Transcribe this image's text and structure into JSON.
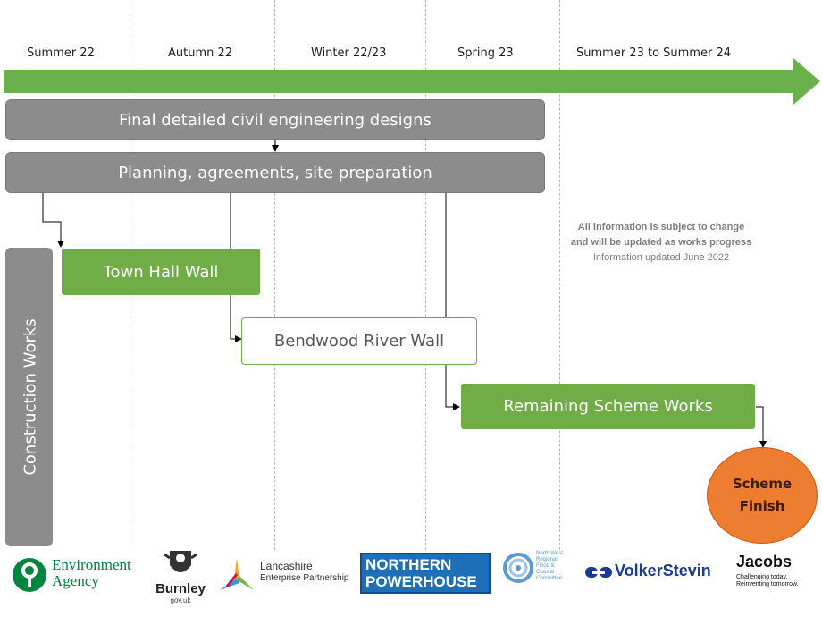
{
  "timeline": {
    "periods": [
      "Summer 22",
      "Autumn 22",
      "Winter 22/23",
      "Spring 23",
      "Summer 23 to Summer 24"
    ]
  },
  "phases": {
    "designs": "Final detailed civil engineering designs",
    "planning": "Planning, agreements, site preparation"
  },
  "construction": {
    "label": "Construction Works",
    "town_hall": "Town Hall Wall",
    "bendwood": "Bendwood River Wall",
    "remaining": "Remaining Scheme Works"
  },
  "finish": {
    "line1": "Scheme",
    "line2": "Finish"
  },
  "note": {
    "line1": "All information is subject to change",
    "line2": "and will be updated as works progress",
    "line3": "Information updated June 2022"
  },
  "logos": {
    "ea_line1": "Environment",
    "ea_line2": "Agency",
    "burnley": "Burnley",
    "burnley_sub": "gov.uk",
    "lancs_line1": "Lancashire",
    "lancs_line2": "Enterprise Partnership",
    "np_line1": "NORTHERN",
    "np_line2": "POWERHOUSE",
    "flood_line1": "North West",
    "flood_line2": "Regional",
    "flood_line3": "Flood &",
    "flood_line4": "Coastal",
    "flood_line5": "Committee",
    "volker": "VolkerStevin",
    "jacobs": "Jacobs",
    "jacobs_tag1": "Challenging today.",
    "jacobs_tag2": "Reinventing tomorrow."
  },
  "colors": {
    "green": "#70ad47",
    "arrow_green": "#6ab04c",
    "gray": "#8c8c8c",
    "orange": "#ed7d31"
  }
}
